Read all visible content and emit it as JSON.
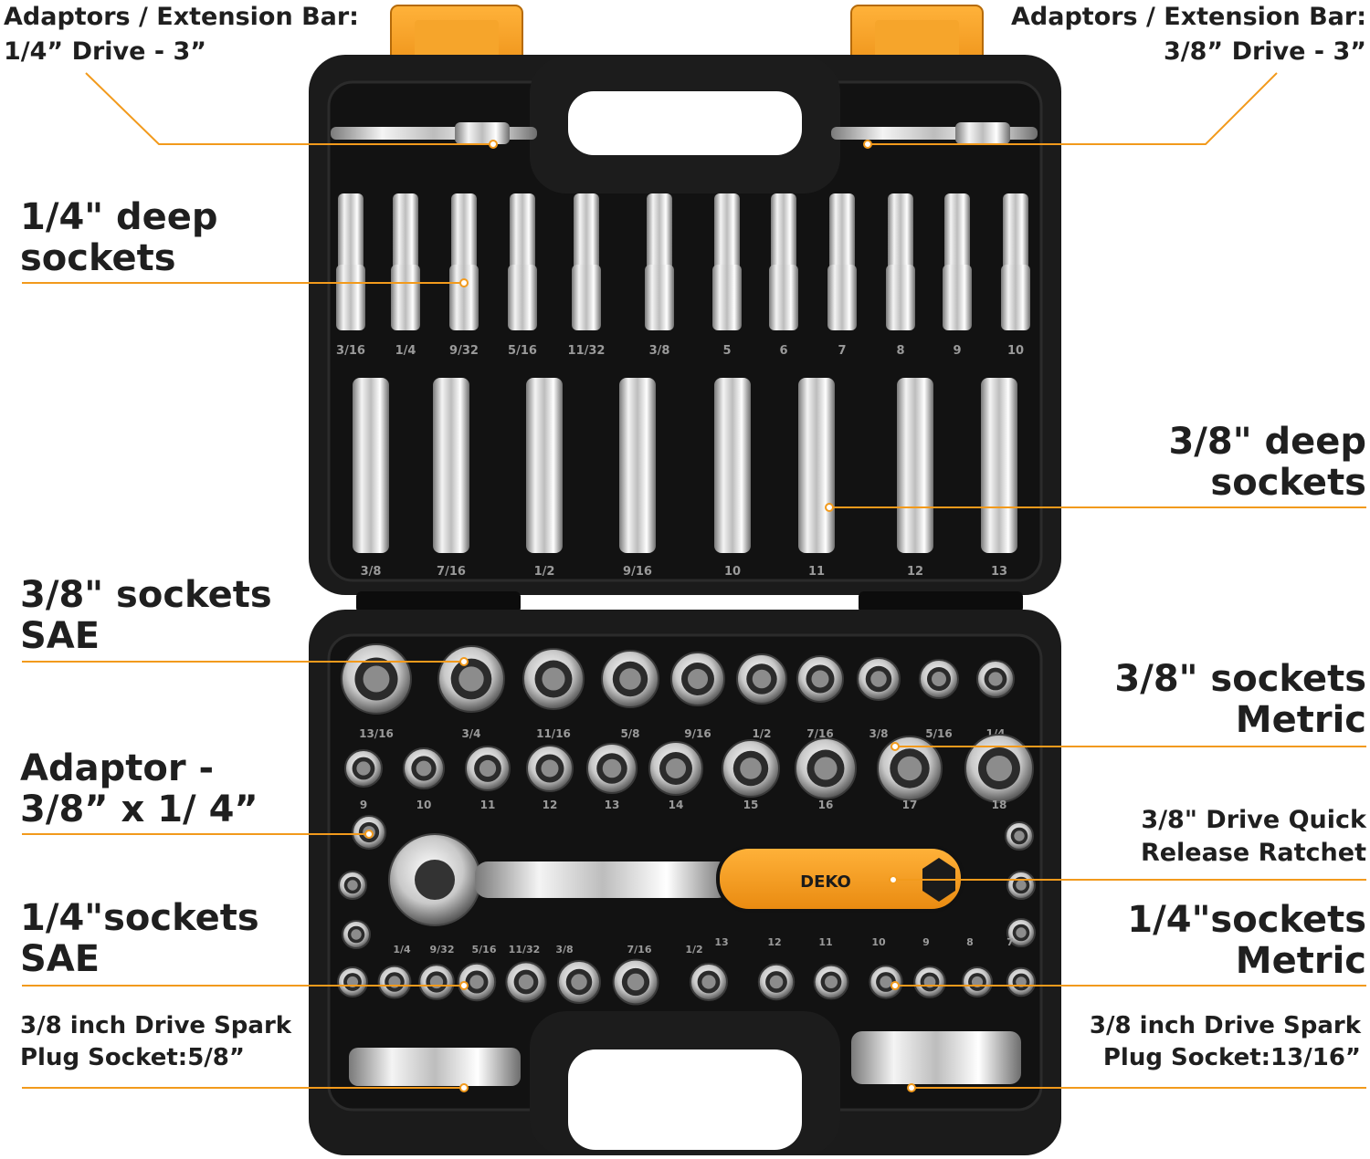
{
  "callouts": {
    "adaptors_14": {
      "line1": "Adaptors / Extension Bar:",
      "line2": "1/4” Drive - 3”"
    },
    "adaptors_38": {
      "line1": "Adaptors / Extension Bar:",
      "line2": "3/8” Drive - 3”"
    },
    "deep_14": {
      "line1": "1/4\" deep",
      "line2": "sockets"
    },
    "deep_38": {
      "line1": "3/8\" deep",
      "line2": "sockets"
    },
    "sockets_38_sae": {
      "line1": "3/8\" sockets",
      "line2": "SAE"
    },
    "sockets_38_metric": {
      "line1": "3/8\" sockets",
      "line2": "Metric"
    },
    "adaptor": {
      "line1": "Adaptor -",
      "line2": "3/8” x 1/ 4”"
    },
    "ratchet": {
      "line1": "3/8\" Drive Quick",
      "line2": "Release Ratchet"
    },
    "sockets_14_sae": {
      "line1": "1/4\"sockets",
      "line2": "SAE"
    },
    "sockets_14_metric": {
      "line1": "1/4\"sockets",
      "line2": "Metric"
    },
    "spark_58": {
      "line1": "3/8 inch Drive Spark",
      "line2": "Plug Socket:5/8”"
    },
    "spark_1316": {
      "line1": "3/8 inch Drive Spark",
      "line2": "Plug Socket:13/16”"
    }
  },
  "brand": "DEKO",
  "case_labels": {
    "deep14": [
      "3/16",
      "1/4",
      "9/32",
      "5/16",
      "11/32",
      "3/8",
      "5",
      "6",
      "7",
      "8",
      "9",
      "10"
    ],
    "deep38": [
      "3/8",
      "7/16",
      "1/2",
      "9/16",
      "10",
      "11",
      "12",
      "13"
    ],
    "sae38": [
      "13/16",
      "3/4",
      "11/16",
      "5/8",
      "9/16",
      "1/2",
      "7/16",
      "3/8",
      "5/16",
      "1/4"
    ],
    "metric38": [
      "9",
      "10",
      "11",
      "12",
      "13",
      "14",
      "15",
      "16",
      "17",
      "18"
    ],
    "sae14": [
      "1/4",
      "9/32",
      "5/16",
      "11/32",
      "3/8",
      "7/16",
      "1/2"
    ],
    "metric14": [
      "13",
      "12",
      "11",
      "10",
      "9",
      "8",
      "7"
    ]
  },
  "colors": {
    "accent": "#f29a1c",
    "case": "#1b1b1b",
    "chrome": "#d9d9d9"
  }
}
